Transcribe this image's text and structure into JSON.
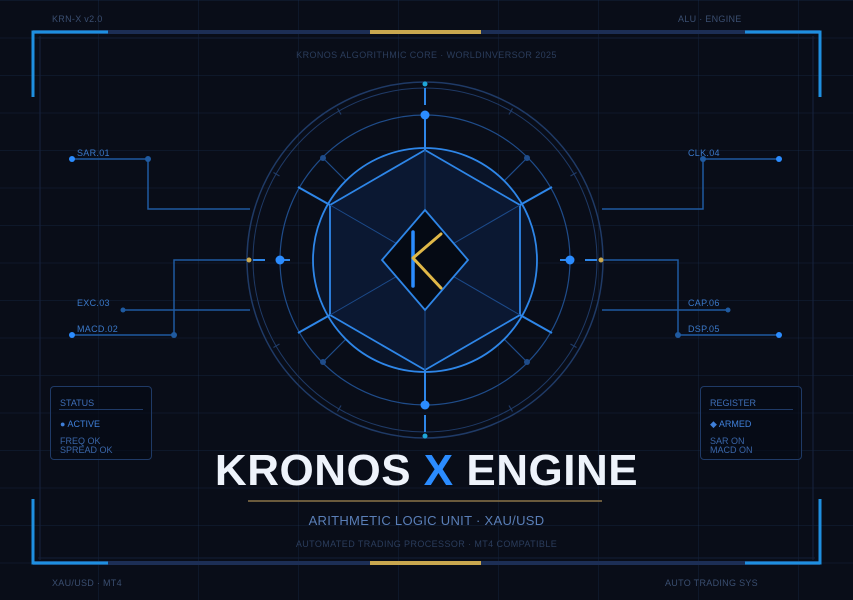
{
  "corners": {
    "top_left": "KRN-X v2.0",
    "top_right": "ALU · ENGINE",
    "bottom_left": "XAU/USD · MT4",
    "bottom_right": "AUTO TRADING SYS"
  },
  "header": {
    "subtitle": "KRONOS ALGORITHMIC CORE · WORLDINVERSOR 2025"
  },
  "nodes": {
    "left": [
      {
        "label": "SAR.01"
      },
      {
        "label": "EXC.03"
      },
      {
        "label": "MACD.02"
      }
    ],
    "right": [
      {
        "label": "CLK.04"
      },
      {
        "label": "CAP.06"
      },
      {
        "label": "DSP.05"
      }
    ]
  },
  "status_panel": {
    "title": "STATUS",
    "state": "● ACTIVE",
    "lines": [
      "FREQ OK",
      "SPREAD OK"
    ]
  },
  "register_panel": {
    "title": "REGISTER",
    "state": "◆ ARMED",
    "lines": [
      "SAR ON",
      "MACD ON"
    ]
  },
  "logo": {
    "letter": "K",
    "title_part1": "KRONOS",
    "title_accent": "X",
    "title_part2": "ENGINE",
    "subtitle": "ARITHMETIC LOGIC UNIT · XAU/USD",
    "tagline": "AUTOMATED TRADING PROCESSOR · MT4 COMPATIBLE"
  },
  "colors": {
    "background": "#090d18",
    "accent_blue": "#2b8cff",
    "frame_blue": "#1e8fe0",
    "gold": "#c9a74f",
    "title_white": "#eef3fb"
  }
}
